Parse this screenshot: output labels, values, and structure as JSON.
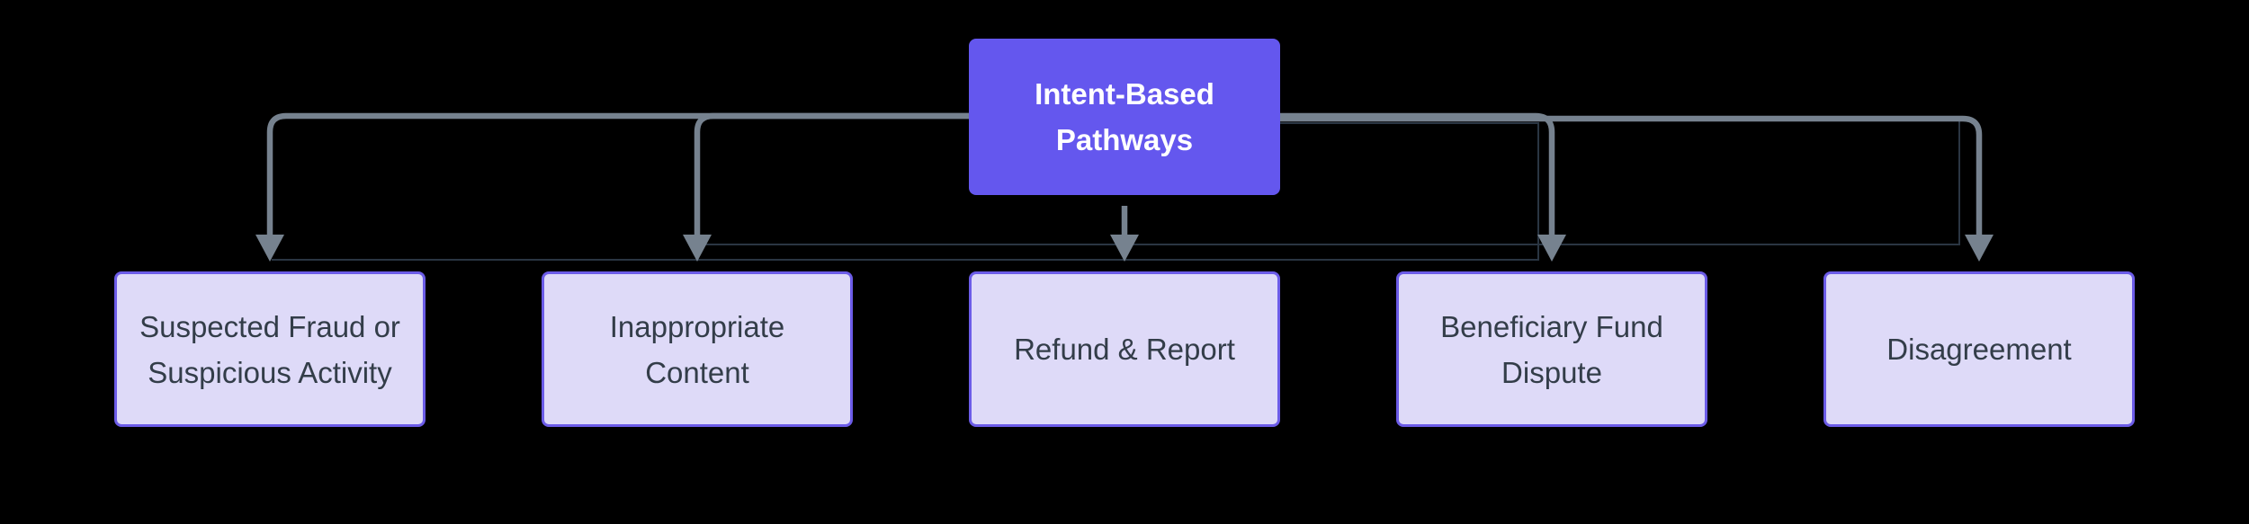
{
  "flowchart": {
    "root": {
      "label": "Intent-Based Pathways"
    },
    "children": [
      {
        "label": "Suspected Fraud or Suspicious Activity"
      },
      {
        "label": "Inappropriate Content"
      },
      {
        "label": "Refund & Report"
      },
      {
        "label": "Beneficiary Fund Dispute"
      },
      {
        "label": "Disagreement"
      }
    ]
  },
  "colors": {
    "background": "#000000",
    "root_fill": "#6457EE",
    "root_text": "#FFFFFF",
    "child_fill": "#DEDAF8",
    "child_border": "#6C5CE8",
    "child_text": "#333D49",
    "edge": "#76828F",
    "edge_faint": "#2A3542"
  }
}
